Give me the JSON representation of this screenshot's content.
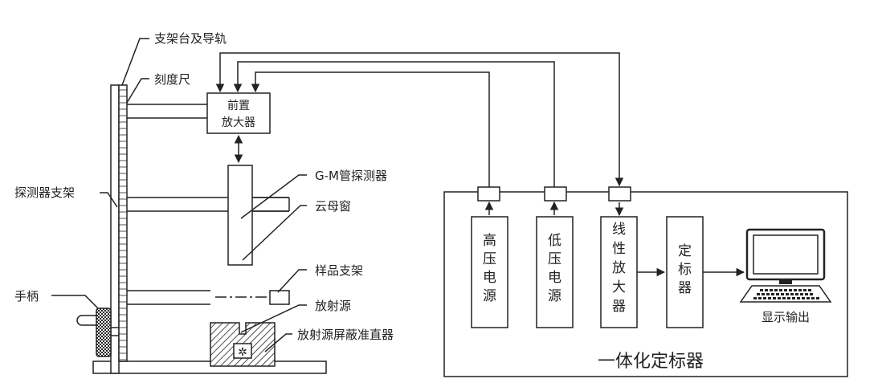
{
  "labels": {
    "stand_rail": "支架台及导轨",
    "scale": "刻度尺",
    "detector_bracket": "探测器支架",
    "gm_detector": "G-M管探测器",
    "mica_window": "云母窗",
    "sample_bracket": "样品支架",
    "source": "放射源",
    "shield_collimator": "放射源屏蔽准直器",
    "handle": "手柄",
    "preamp_line1": "前置",
    "preamp_line2": "放大器",
    "hv_supply": "高压电源",
    "lv_supply": "低压电源",
    "linear_amp": "线性放大器",
    "scaler": "定标器",
    "display": "显示输出",
    "integrated_scaler": "一体化定标器"
  },
  "colors": {
    "stroke": "#222222",
    "background": "#ffffff"
  }
}
